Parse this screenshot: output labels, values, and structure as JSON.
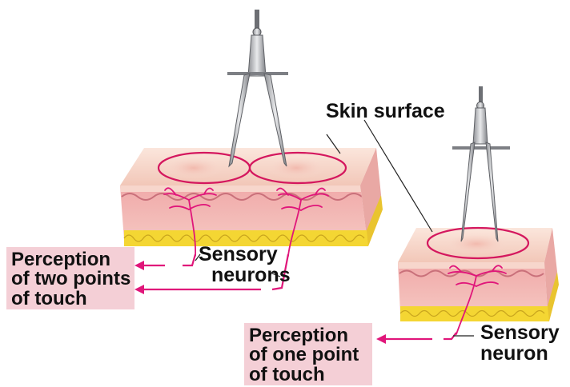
{
  "labels": {
    "skin_surface": "Skin surface",
    "sensory_neurons_line1": "Sensory",
    "sensory_neurons_line2": "neurons",
    "sensory_neuron_line1": "Sensory",
    "sensory_neuron_line2": "neuron",
    "perception_two_line1": "Perception",
    "perception_two_line2": "of two points",
    "perception_two_line3": "of touch",
    "perception_one_line1": "Perception",
    "perception_one_line2": "of one point",
    "perception_one_line3": "of touch"
  },
  "colors": {
    "arrow": "#e0167a",
    "circle": "#d4175e",
    "nerve": "#e0167a",
    "fat": "#f4d633",
    "skin_top": "#f6d3c6",
    "skin_side": "#f1b8b1",
    "label_box": "#f4cfd6"
  }
}
